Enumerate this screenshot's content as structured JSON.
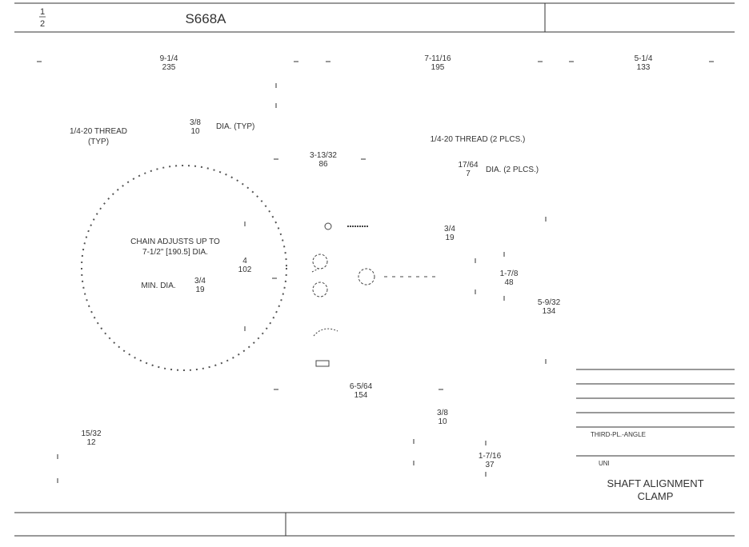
{
  "title_block": {
    "scale_num": "1",
    "scale_den": "2",
    "part_number": "S668A",
    "drawing_title_line1": "SHAFT ALIGNMENT",
    "drawing_title_line2": "CLAMP"
  },
  "dimensions": {
    "d1": {
      "frac": "9-1/4",
      "mm": "235"
    },
    "d2": {
      "frac": "7-11/16",
      "mm": "195"
    },
    "d3": {
      "frac": "5-1/4",
      "mm": "133"
    },
    "d4": {
      "frac": "3/8",
      "mm": "10"
    },
    "d5": {
      "frac": "3-13/32",
      "mm": "86"
    },
    "d6": {
      "frac": "17/64",
      "mm": "7"
    },
    "d7": {
      "frac": "3/4",
      "mm": "19"
    },
    "d8": {
      "frac": "4",
      "mm": "102"
    },
    "d9": {
      "frac": "3/4",
      "mm": "19"
    },
    "d10": {
      "frac": "1-7/8",
      "mm": "48"
    },
    "d11": {
      "frac": "5-9/32",
      "mm": "134"
    },
    "d12": {
      "frac": "6-5/64",
      "mm": "154"
    },
    "d13": {
      "frac": "3/8",
      "mm": "10"
    },
    "d14": {
      "frac": "15/32",
      "mm": "12"
    },
    "d15": {
      "frac": "1-7/16",
      "mm": "37"
    }
  },
  "notes": {
    "thread_typ_1": "1/4-20 THREAD",
    "thread_typ_2": "(TYP)",
    "dia_typ": "DIA. (TYP)",
    "thread_2pl": "1/4-20 THREAD (2 PLCS.)",
    "dia_2pl": "DIA. (2 PLCS.)",
    "chain_1": "CHAIN ADJUSTS UP TO",
    "chain_2": "7-1/2\" [190.5] DIA.",
    "min_dia": "MIN. DIA.",
    "tb_row1": "THIRD-PL.-ANGLE",
    "tb_row2": "UNI"
  }
}
